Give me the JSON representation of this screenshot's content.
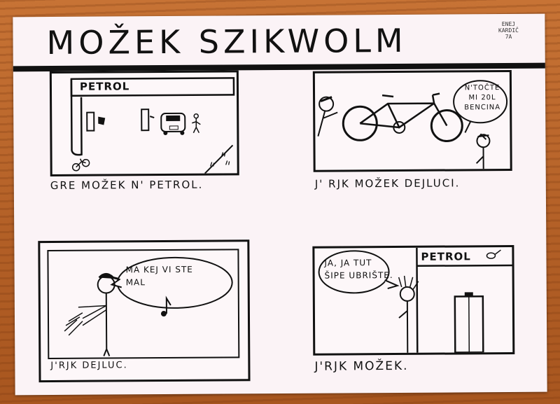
{
  "title": "MOŽEK SZIKWOLM",
  "signature": [
    "ENEJ",
    "KARDIČ",
    "7A"
  ],
  "panels": [
    {
      "sign": "PETROL",
      "caption": "GRE MOŽEK N' PETROL."
    },
    {
      "bubble": [
        "N'TOČTE",
        "MI 20L",
        "BENCINA"
      ],
      "caption": "J' RJK MOŽEK DEJLUCI."
    },
    {
      "bubble": [
        "MA KEJ VI STE",
        "MAL"
      ],
      "caption": "J'RJK DEJLUC."
    },
    {
      "sign": "PETROL",
      "bubble": [
        "JA, JA TUT",
        "ŠIPE UBRIŠTE."
      ],
      "caption": "J'RJK MOŽEK."
    }
  ],
  "colors": {
    "ink": "#111111",
    "paper": "#fbf3f6",
    "wood": "#b8662c"
  },
  "icons": [
    "bicycle-icon",
    "car-icon",
    "music-note-icon",
    "fuel-nozzle-icon"
  ]
}
